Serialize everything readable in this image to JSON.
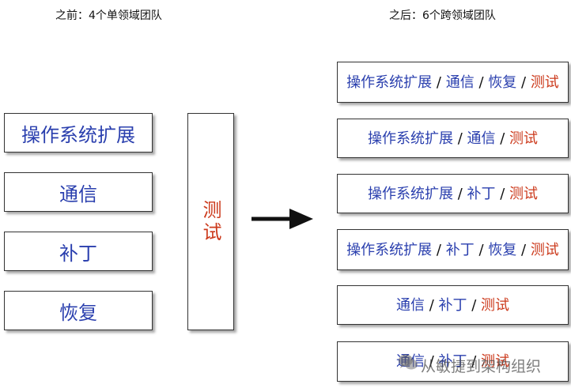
{
  "headings": {
    "before": "之前：4个单领域团队",
    "after": "之后：6个跨领域团队"
  },
  "before_teams": [
    "操作系统扩展",
    "通信",
    "补丁",
    "恢复"
  ],
  "test_column": "测试",
  "after_teams": [
    {
      "parts": [
        "操作系统扩展",
        "通信",
        "恢复"
      ],
      "test": "测试"
    },
    {
      "parts": [
        "操作系统扩展",
        "通信"
      ],
      "test": "测试"
    },
    {
      "parts": [
        "操作系统扩展",
        "补丁"
      ],
      "test": "测试"
    },
    {
      "parts": [
        "操作系统扩展",
        "补丁",
        "恢复"
      ],
      "test": "测试"
    },
    {
      "parts": [
        "通信",
        "补丁"
      ],
      "test": "测试"
    },
    {
      "parts": [
        "通信",
        "补丁"
      ],
      "test": "测试"
    }
  ],
  "separator": "/",
  "watermark": "从敏捷到架构组织",
  "colors": {
    "domain_text": "#2a3fae",
    "test_text": "#cc3a1c",
    "border": "#333333"
  }
}
